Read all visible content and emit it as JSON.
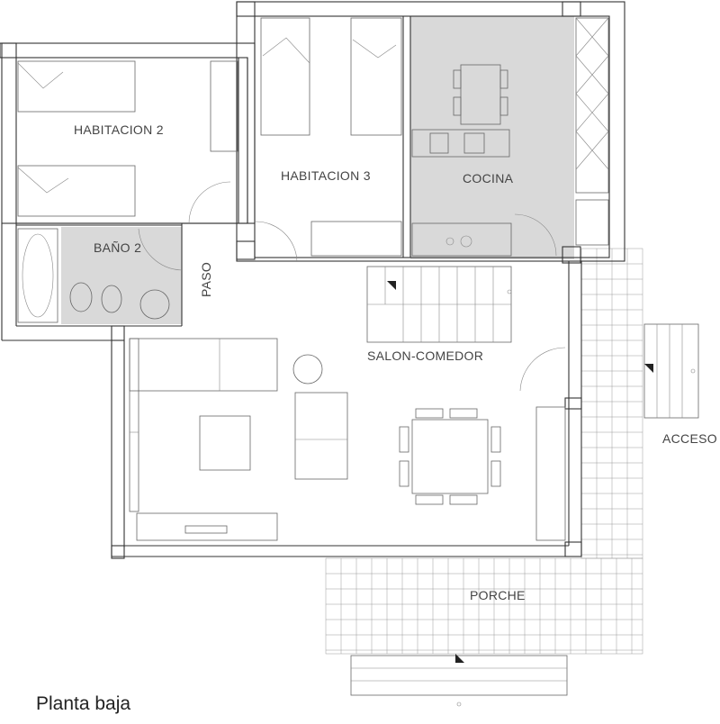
{
  "caption": "Planta baja",
  "rooms": {
    "habitacion2": "HABITACION 2",
    "habitacion3": "HABITACION 3",
    "cocina": "COCINA",
    "bano2": "BAÑO 2",
    "paso": "PASO",
    "salon": "SALON-COMEDOR",
    "acceso": "ACCESO",
    "porche": "PORCHE"
  },
  "colors": {
    "wet_area_fill": "#d9d9d9",
    "wall": "#333333",
    "line": "#888888"
  }
}
